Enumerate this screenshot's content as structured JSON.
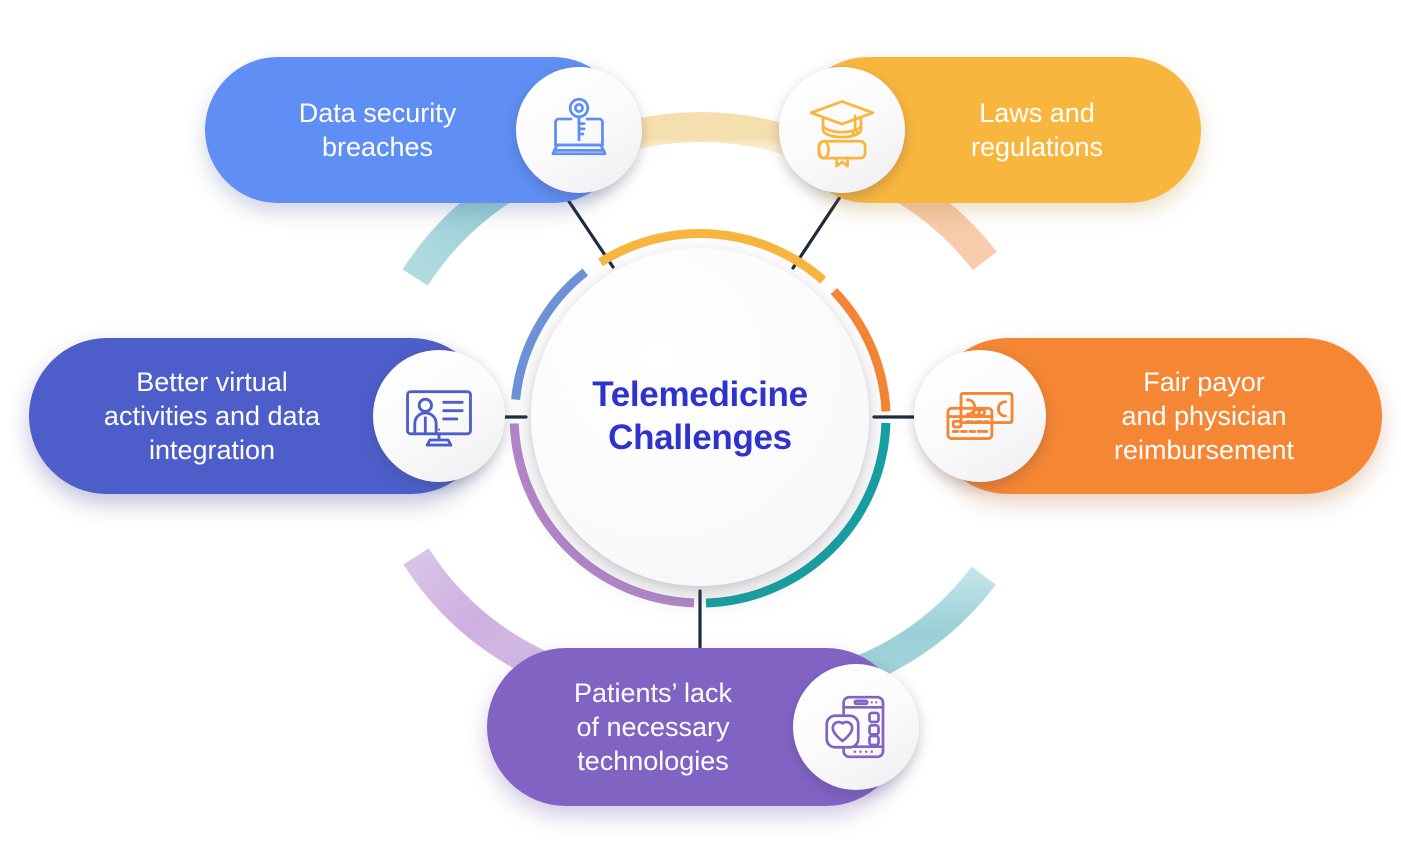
{
  "diagram": {
    "title": "Telemedicine Challenges",
    "center": {
      "label": "Telemedicine\nChallenges",
      "text_color": "#2e33cf",
      "fill": "#fbfbfc"
    },
    "nodes": [
      {
        "id": "data-security",
        "label": "Data security\nbreaches",
        "icon": "laptop-key-icon",
        "color": "#5f8ef4",
        "outer_ring_color": "#f6dfae",
        "inner_arc_color": "#6d93d8",
        "position": "top-left"
      },
      {
        "id": "laws",
        "label": "Laws and\nregulations",
        "icon": "graduation-cap-diploma-icon",
        "color": "#f9b63f",
        "outer_ring_color": "#f7cbab",
        "inner_arc_color": "#f9b63f",
        "position": "top-right"
      },
      {
        "id": "better-virtual",
        "label": "Better virtual\nactivities and data\nintegration",
        "icon": "monitor-person-icon",
        "color": "#4d5ecb",
        "outer_ring_color": "#9ad0d7",
        "inner_arc_color": "#6d93d8",
        "position": "left"
      },
      {
        "id": "fair-payor",
        "label": "Fair payor\nand physician\nreimbursement",
        "icon": "money-card-icon",
        "color": "#f58634",
        "outer_ring_color": "#f7cbab",
        "inner_arc_color": "#f58634",
        "position": "right"
      },
      {
        "id": "patients-lack",
        "label": "Patients’ lack\nof necessary\ntechnologies",
        "icon": "phone-heart-icon",
        "color": "#8163c4",
        "outer_ring_color": "#cdb0e0",
        "inner_arc_color": "#b386c9",
        "position": "bottom"
      }
    ],
    "inner_ring_arcs": [
      {
        "name": "arc-blue",
        "color": "#6d93d8",
        "start_deg": 188,
        "end_deg": 264
      },
      {
        "name": "arc-yellow",
        "color": "#f9b63f",
        "start_deg": 272,
        "end_deg": 342
      },
      {
        "name": "arc-orange",
        "color": "#f58634",
        "start_deg": 348,
        "end_deg": 88
      },
      {
        "name": "arc-teal",
        "color": "#14a0a3",
        "start_deg": 93,
        "end_deg": 176
      },
      {
        "name": "arc-purple",
        "color": "#b386c9",
        "start_deg": 184,
        "end_deg": 268
      }
    ],
    "outer_ring_bands": [
      {
        "name": "band-cream",
        "color": "#f6dfae",
        "start_deg": 249,
        "end_deg": 292
      },
      {
        "name": "band-peach",
        "color": "#f7cbab",
        "start_deg": 297,
        "end_deg": 349
      },
      {
        "name": "band-teal",
        "color": "#9ad0d7",
        "start_deg": 12,
        "end_deg": 67
      },
      {
        "name": "band-lavender",
        "color": "#cdb0e0",
        "start_deg": 116,
        "end_deg": 172
      },
      {
        "name": "band-cyan",
        "color": "#9ad0d7",
        "start_deg": 190,
        "end_deg": 244
      }
    ],
    "connector_color": "#1d2b3d"
  }
}
